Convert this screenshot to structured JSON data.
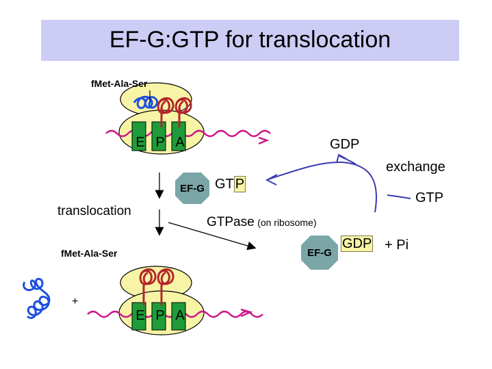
{
  "slide": {
    "title": "EF-G:GTP for translocation"
  },
  "top_ribosome": {
    "peptide_label": "fMet-Ala-Ser",
    "sites": [
      "E",
      "P",
      "A"
    ]
  },
  "bottom_ribosome": {
    "peptide_label": "fMet-Ala-Ser",
    "plus": "+",
    "sites": [
      "E",
      "P",
      "A"
    ]
  },
  "steps": {
    "translocation": "translocation",
    "ef_g_label": "EF-G",
    "gtp": "GTP",
    "gtpase": "GTPase",
    "on_ribosome": "(on ribosome)",
    "gdp_released": "GDP",
    "exchange": "exchange",
    "gtp_in": "GTP",
    "gdp_bound": "GDP",
    "pi": "+ Pi"
  },
  "colors": {
    "title_band": "#ccccf5",
    "ribosome": "#f7f4a6",
    "site": "#1f9c3a",
    "mrna": "#cc1a8a",
    "peptide": "#1d4fe0",
    "trna": "#b3262a",
    "ef_g": "#7aa6a8",
    "cycle_arrow": "#3a3ab0"
  }
}
